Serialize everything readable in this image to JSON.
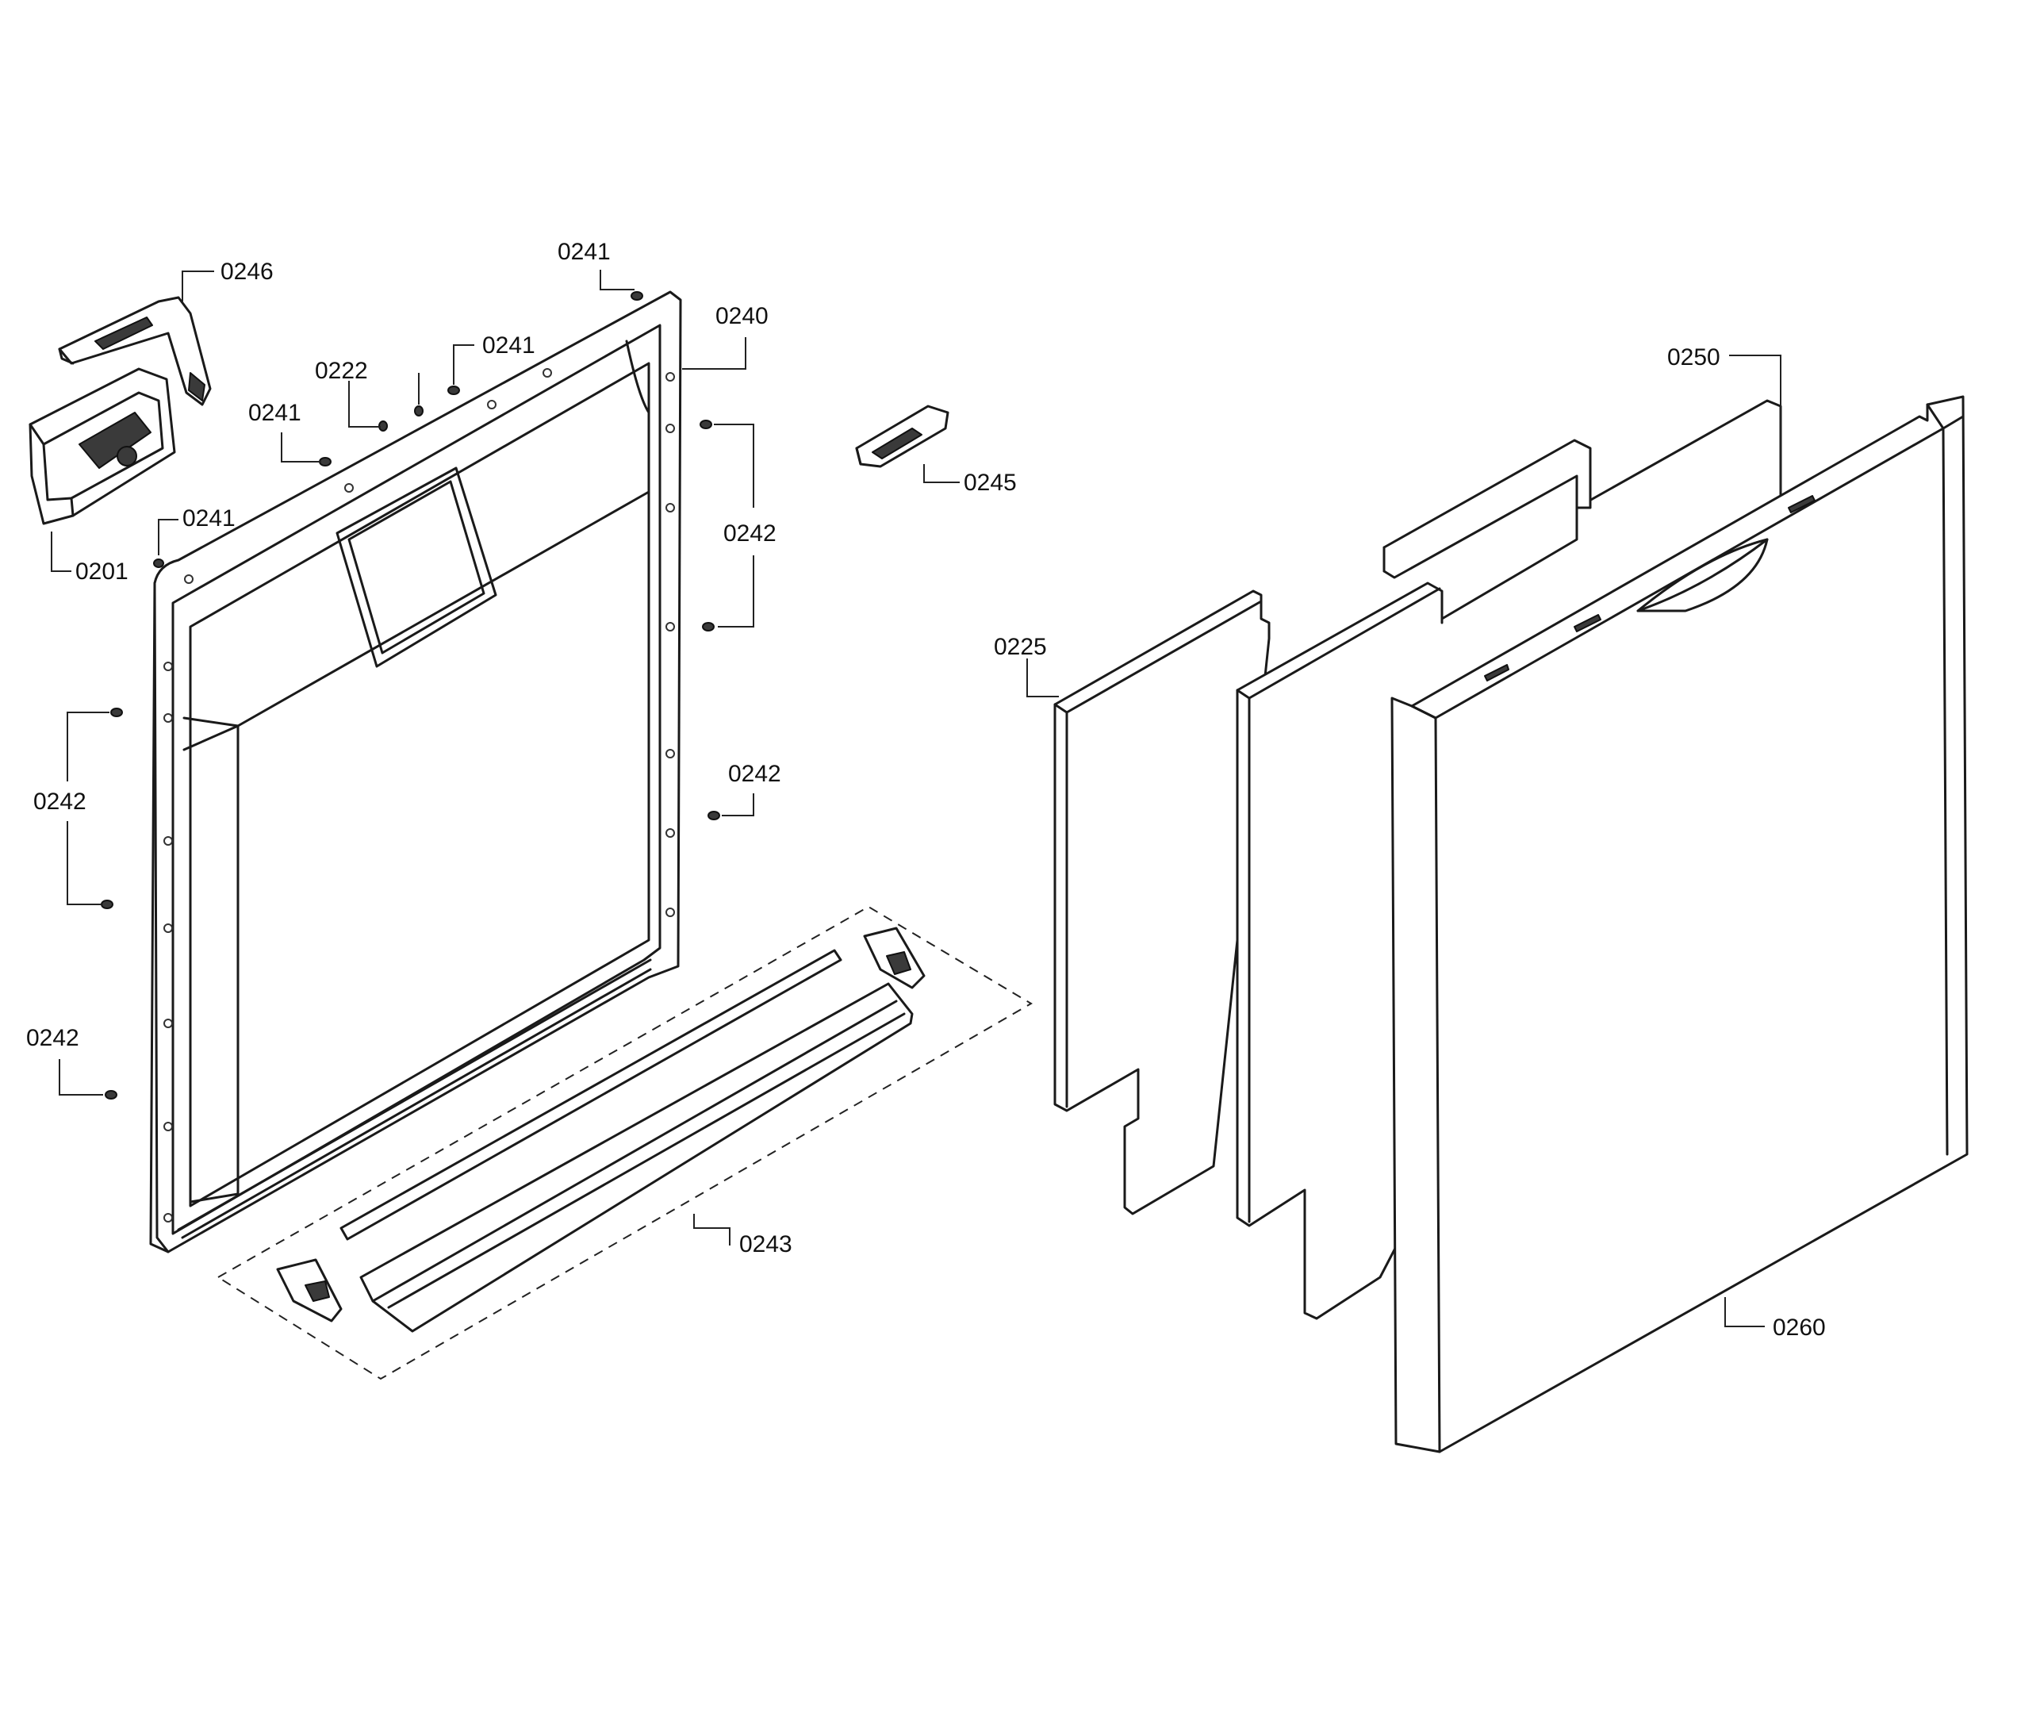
{
  "labels": {
    "p0246": "0246",
    "p0241_top": "0241",
    "p0240": "0240",
    "p0222": "0222",
    "p0241_mid": "0241",
    "p0241_left": "0241",
    "p0241_low": "0241",
    "p0201": "0201",
    "p0245": "0245",
    "p0242_right_top": "0242",
    "p0242_right_mid": "0242",
    "p0242_left_mid": "0242",
    "p0242_left_low": "0242",
    "p0243": "0243",
    "p0225": "0225",
    "p0250": "0250",
    "p0260": "0260"
  }
}
